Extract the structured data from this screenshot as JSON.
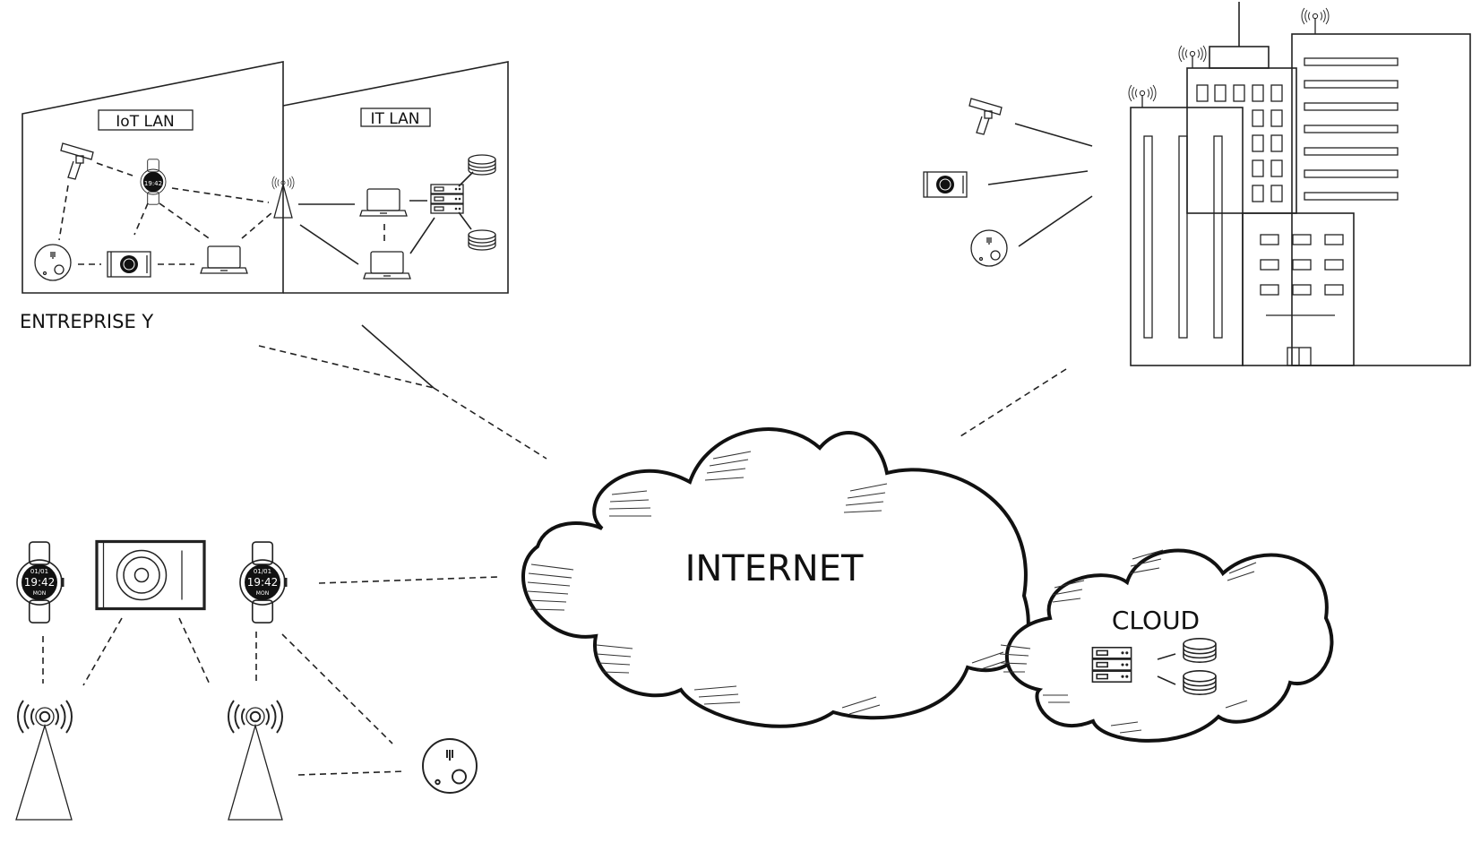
{
  "labels": {
    "iot_lan": "IoT LAN",
    "it_lan": "IT LAN",
    "enterprise": "ENTREPRISE Y",
    "internet": "INTERNET",
    "cloud": "CLOUD"
  },
  "watch": {
    "small_time": "19:42",
    "date": "01/01",
    "time": "19:42",
    "day": "MON"
  },
  "icons": [
    "camera-icon",
    "smartwatch-icon",
    "smoke-detector-icon",
    "air-conditioner-icon",
    "laptop-icon",
    "server-rack-icon",
    "database-icon",
    "antenna-tower-icon",
    "building-icon",
    "cloud-icon"
  ]
}
